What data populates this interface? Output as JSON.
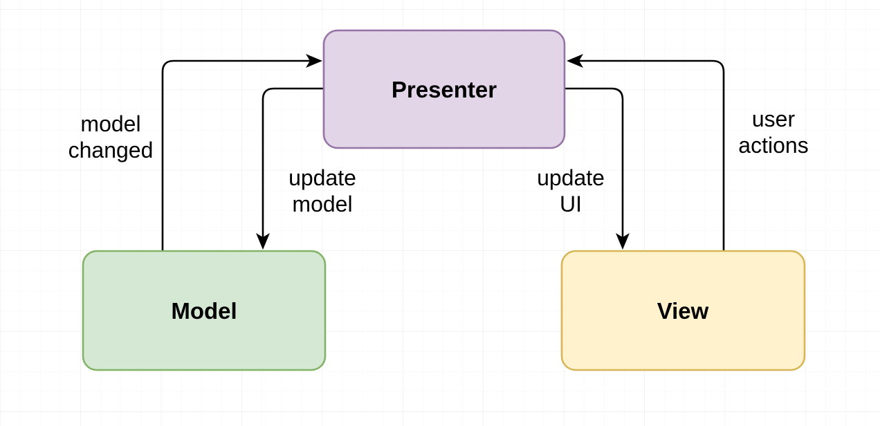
{
  "diagram": {
    "nodes": [
      {
        "id": "presenter",
        "label": "Presenter",
        "fill": "#e1d5e7",
        "stroke": "#9673a6"
      },
      {
        "id": "model",
        "label": "Model",
        "fill": "#d5e8d4",
        "stroke": "#82b366"
      },
      {
        "id": "view",
        "label": "View",
        "fill": "#fff2cc",
        "stroke": "#d6b656"
      }
    ],
    "edges": [
      {
        "id": "model-changed",
        "from": "Model",
        "to": "Presenter",
        "label": "model changed",
        "label_line1": "model",
        "label_line2": "changed"
      },
      {
        "id": "update-model",
        "from": "Presenter",
        "to": "Model",
        "label": "update model",
        "label_line1": "update",
        "label_line2": "model"
      },
      {
        "id": "update-ui",
        "from": "Presenter",
        "to": "View",
        "label": "update UI",
        "label_line1": "update",
        "label_line2": "UI"
      },
      {
        "id": "user-actions",
        "from": "View",
        "to": "Presenter",
        "label": "user actions",
        "label_line1": "user",
        "label_line2": "actions"
      }
    ],
    "colors": {
      "edge": "#000000",
      "label_text": "#000000",
      "background": "#ffffff",
      "grid_minor": "#f5f5f5",
      "grid_major": "#e9e9e9"
    }
  }
}
